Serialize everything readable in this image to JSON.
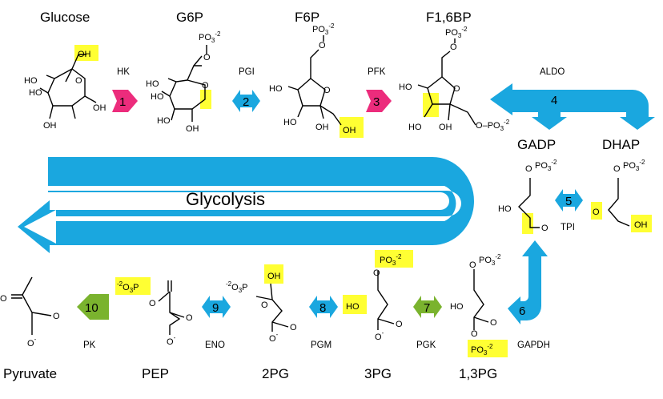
{
  "title_text": "Glycolysis",
  "metabolites": {
    "glucose": "Glucose",
    "g6p": "G6P",
    "f6p": "F6P",
    "f16bp": "F1,6BP",
    "gadp": "GADP",
    "dhap": "DHAP",
    "bpg13": "1,3PG",
    "pg3": "3PG",
    "pg2": "2PG",
    "pep": "PEP",
    "pyruvate": "Pyruvate"
  },
  "steps": [
    {
      "number": "1",
      "enzyme": "HK",
      "color": "#ec2c7c"
    },
    {
      "number": "2",
      "enzyme": "PGI",
      "color": "#1aa7df"
    },
    {
      "number": "3",
      "enzyme": "PFK",
      "color": "#ec2c7c"
    },
    {
      "number": "4",
      "enzyme": "ALDO",
      "color": "#1aa7df"
    },
    {
      "number": "5",
      "enzyme": "TPI",
      "color": "#1aa7df"
    },
    {
      "number": "6",
      "enzyme": "GAPDH",
      "color": "#1aa7df"
    },
    {
      "number": "7",
      "enzyme": "PGK",
      "color": "#7ab32e"
    },
    {
      "number": "8",
      "enzyme": "PGM",
      "color": "#1aa7df"
    },
    {
      "number": "9",
      "enzyme": "ENO",
      "color": "#1aa7df"
    },
    {
      "number": "10",
      "enzyme": "PK",
      "color": "#7ab32e"
    }
  ],
  "chem": {
    "oh": "OH",
    "ho": "HO",
    "po3": "PO",
    "po3_sub": "3",
    "po3_sup": "-2",
    "o3p_prefix": "-2",
    "o3p": "O",
    "o3p_sub": "3",
    "o3p_tail": "P",
    "o": "O",
    "o_minus": "-"
  },
  "colors": {
    "blue": "#1aa7df",
    "pink": "#ec2c7c",
    "green": "#7ab32e",
    "highlight": "#ffff33"
  }
}
